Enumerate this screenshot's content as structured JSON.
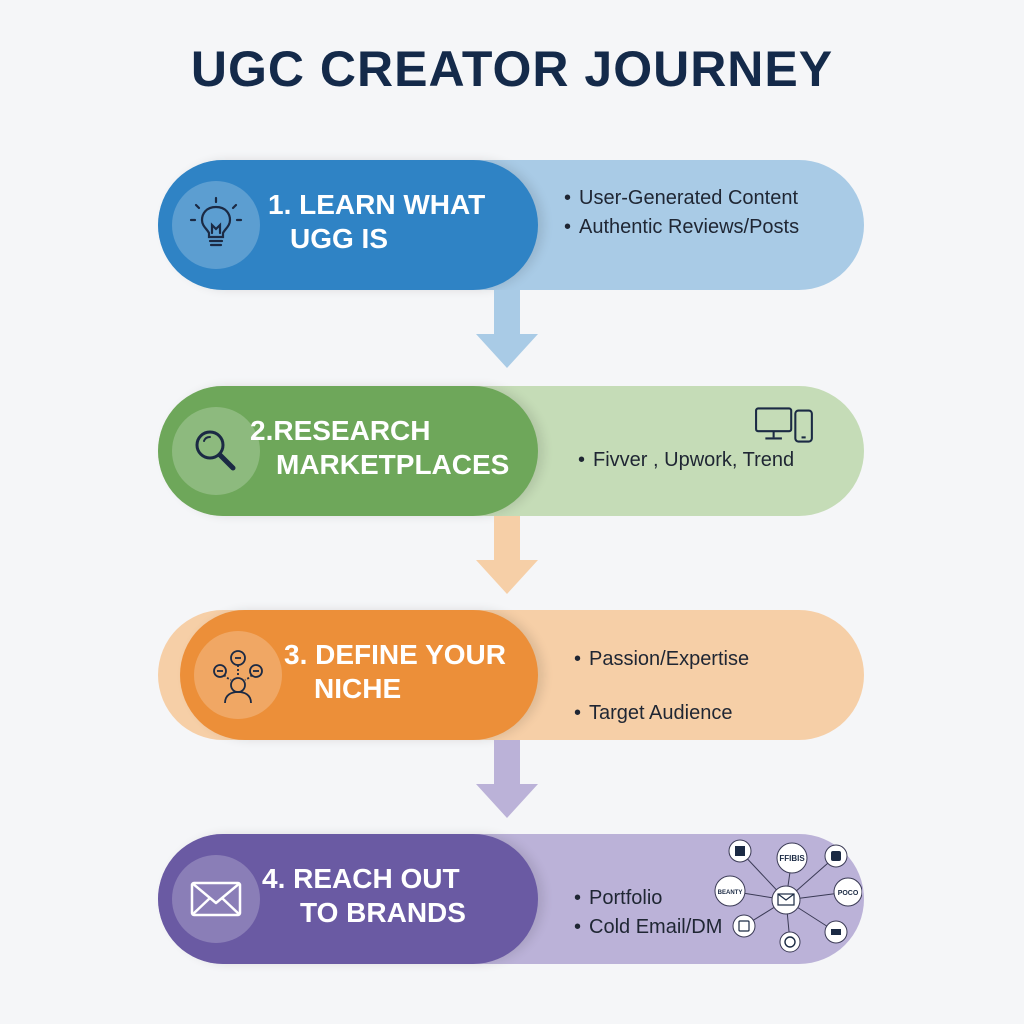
{
  "title": "UGC CREATOR JOURNEY",
  "colors": {
    "title": "#142a4a",
    "step1": "#2f83c5",
    "step1_light": "#a9cbe6",
    "step2": "#6ea75a",
    "step2_light": "#c5dcb7",
    "step3": "#ec8f39",
    "step3_light": "#f6cfa7",
    "step4": "#6a5aa3",
    "step4_light": "#bbb2d8"
  },
  "steps": [
    {
      "line1": "1. LEARN WHAT",
      "line2": "UGG IS",
      "icon": "lightbulb-icon",
      "bullets": [
        "User-Generated Content",
        "Authentic Reviews/Posts"
      ]
    },
    {
      "line1": "2.RESEARCH",
      "line2": "MARKETPLACES",
      "icon": "magnifier-icon",
      "bullets": [
        "Fivver , Upwork, Trend"
      ],
      "extra_icon": "devices-icon"
    },
    {
      "line1": "3. DEFINE YOUR",
      "line2": "NICHE",
      "icon": "person-ideas-icon",
      "bullets": [
        "Passion/Expertise",
        "Target Audience"
      ]
    },
    {
      "line1": "4. REACH OUT",
      "line2": "TO BRANDS",
      "icon": "envelope-icon",
      "bullets": [
        "Portfolio",
        "Cold Email/DM"
      ],
      "extra_icon": "brand-network-icon",
      "network_labels": [
        "FFIBIS",
        "BEANTY",
        "POCO"
      ]
    }
  ]
}
